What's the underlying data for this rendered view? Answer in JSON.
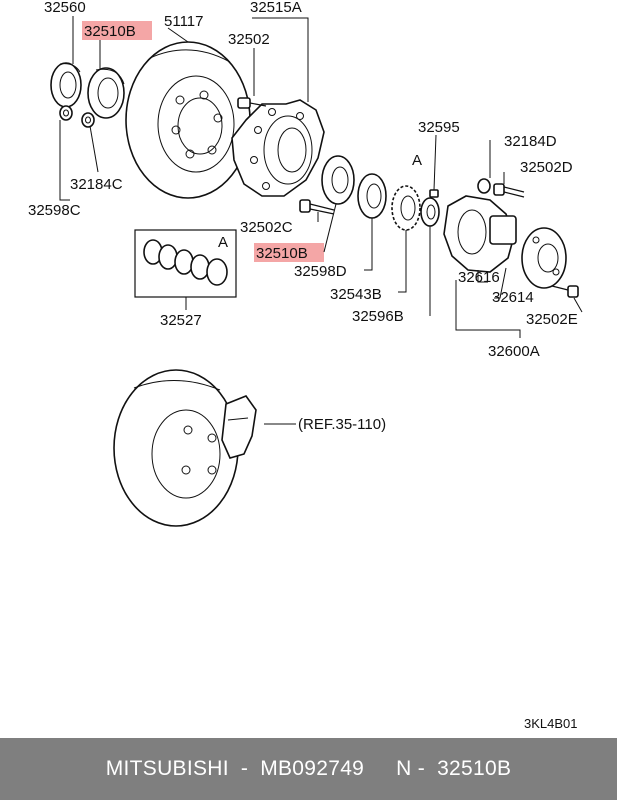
{
  "labels": {
    "p32560": "32560",
    "p32510B_top": "32510B",
    "p51117": "51117",
    "p32515A": "32515A",
    "p32502": "32502",
    "p32184C": "32184C",
    "p32598C": "32598C",
    "p32595": "32595",
    "p32184D": "32184D",
    "p32502D": "32502D",
    "markA1": "A",
    "p32502C": "32502C",
    "p32510B_mid": "32510B",
    "markA2": "A",
    "p32598D": "32598D",
    "p32616": "32616",
    "p32543B": "32543B",
    "p32614": "32614",
    "p32596B": "32596B",
    "p32502E": "32502E",
    "p32527": "32527",
    "p32600A": "32600A",
    "ref": "(REF.35-110)",
    "code": "3KL4B01"
  },
  "colors": {
    "highlight": "#f4a6a6",
    "footer_bg": "#7f7f7f"
  },
  "footer": {
    "brand": "MITSUBISHI",
    "sep1": "-",
    "part_number": "MB092749",
    "ref_prefix": "N -",
    "ref_number": "32510B"
  }
}
